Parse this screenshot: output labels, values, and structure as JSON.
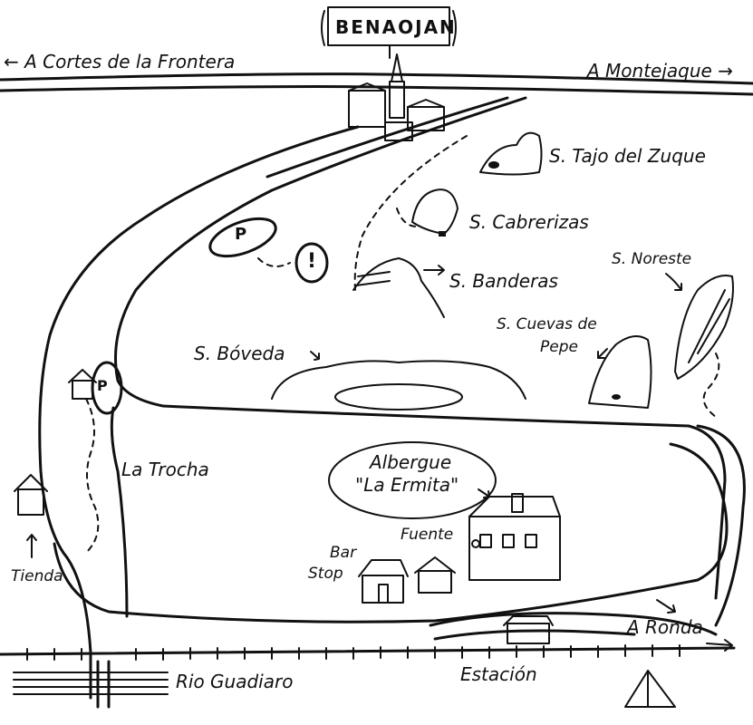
{
  "map": {
    "title": "BENAOJAN",
    "roads": {
      "to_cortes": "A Cortes de la Frontera",
      "to_montejaque": "A Montejaque",
      "to_ronda": "A Ronda"
    },
    "sectors": {
      "tajo_del_zuque": "S. Tajo del Zuque",
      "cabrerizas": "S. Cabrerizas",
      "banderas": "S. Banderas",
      "noreste": "S. Noreste",
      "cuevas_de_pepe_line1": "S. Cuevas de",
      "cuevas_de_pepe_line2": "Pepe",
      "boveda": "S. Bóveda"
    },
    "places": {
      "trocha": "La Trocha",
      "albergue_line1": "Albergue",
      "albergue_line2": "\"La Ermita\"",
      "fuente": "Fuente",
      "bar_line1": "Bar",
      "bar_line2": "Stop",
      "tienda": "Tienda",
      "rio": "Rio Guadiaro",
      "estacion": "Estación"
    },
    "symbols": {
      "parking": "P",
      "warning": "!"
    }
  }
}
